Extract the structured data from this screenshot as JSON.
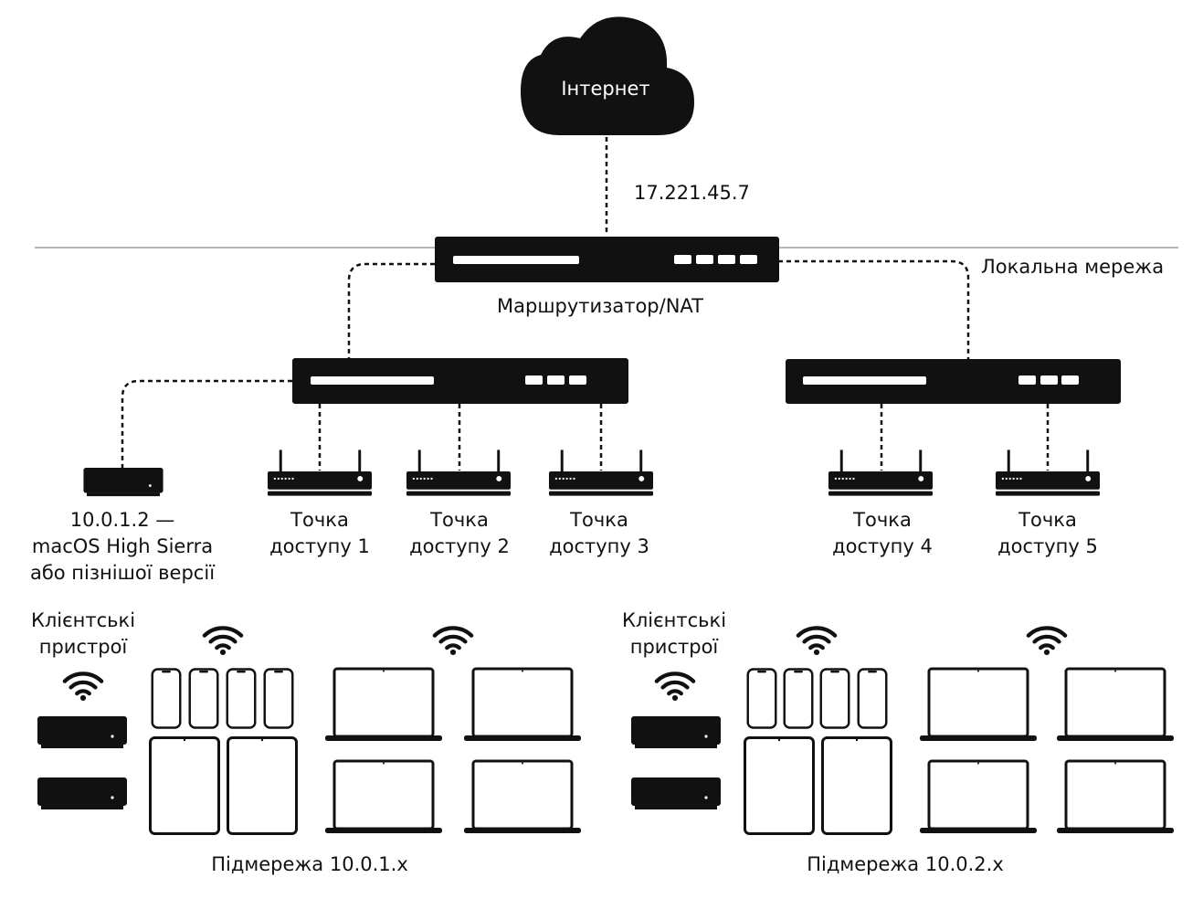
{
  "cloud": {
    "label": "Інтернет",
    "icon": "cloud-icon"
  },
  "wan_ip": "17.221.45.7",
  "lan_label": "Локальна мережа",
  "router": {
    "label": "Маршрутизатор/NAT",
    "icon": "router-icon"
  },
  "switches": [
    {
      "icon": "network-switch-icon"
    },
    {
      "icon": "network-switch-icon"
    }
  ],
  "server": {
    "icon": "mac-mini-icon",
    "lines": [
      "10.0.1.2 —",
      "macOS High Sierra",
      "або пізнішої версії"
    ]
  },
  "access_points": [
    {
      "line1": "Точка",
      "line2": "доступу 1",
      "icon": "wireless-access-point-icon"
    },
    {
      "line1": "Точка",
      "line2": "доступу 2",
      "icon": "wireless-access-point-icon"
    },
    {
      "line1": "Точка",
      "line2": "доступу 3",
      "icon": "wireless-access-point-icon"
    },
    {
      "line1": "Точка",
      "line2": "доступу 4",
      "icon": "wireless-access-point-icon"
    },
    {
      "line1": "Точка",
      "line2": "доступу 5",
      "icon": "wireless-access-point-icon"
    }
  ],
  "client_groups": [
    {
      "title_line1": "Клієнтські",
      "title_line2": "пристрої",
      "subnet": "Підмережа 10.0.1.x"
    },
    {
      "title_line1": "Клієнтські",
      "title_line2": "пристрої",
      "subnet": "Підмережа 10.0.2.x"
    }
  ],
  "device_icons": [
    "wifi-icon",
    "mac-mini-icon",
    "iphone-icon",
    "ipad-icon",
    "macbook-icon"
  ],
  "colors": {
    "ink": "#111111",
    "lan_line": "#b5b5b5",
    "background": "#ffffff"
  }
}
